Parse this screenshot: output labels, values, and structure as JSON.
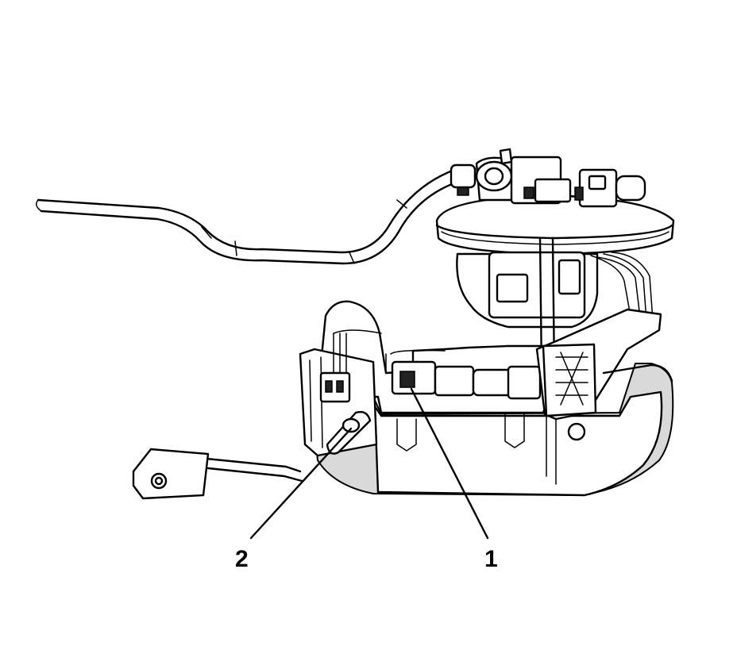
{
  "callouts": [
    {
      "id": "1",
      "label": "1"
    },
    {
      "id": "2",
      "label": "2"
    }
  ],
  "colors": {
    "line": "#000000",
    "background": "#ffffff",
    "shade": "#d9d9d9"
  }
}
